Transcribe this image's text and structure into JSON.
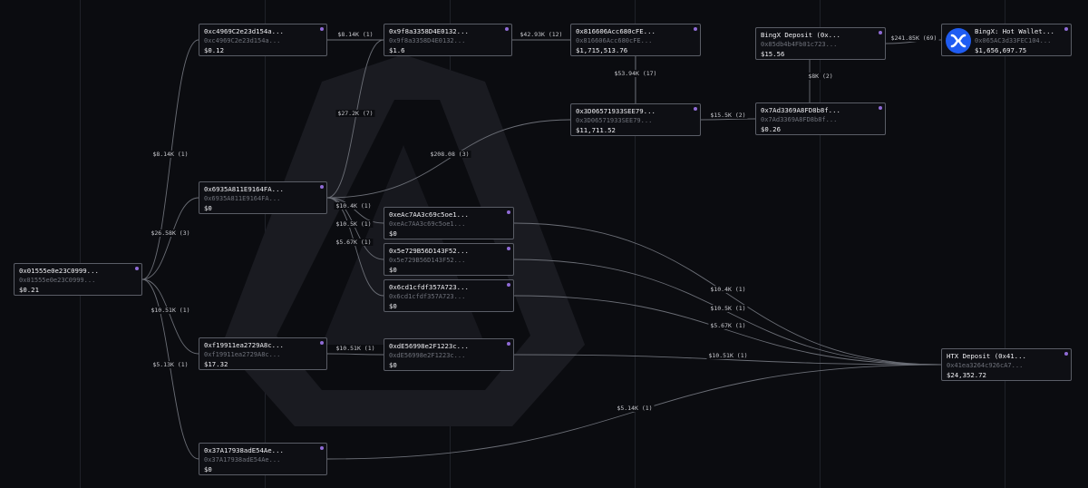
{
  "nodes": [
    {
      "id": "src",
      "name": "0x01555e0e23C0999...",
      "addr": "0x01555e0e23C0999...",
      "balance": "$0.21"
    },
    {
      "id": "c4969",
      "name": "0xc4969C2e23d154a...",
      "addr": "0xc4969C2e23d154a...",
      "balance": "$0.12"
    },
    {
      "id": "f935",
      "name": "0x6935A811E9164FA...",
      "addr": "0x6935A811E9164FA...",
      "balance": "$0"
    },
    {
      "id": "f199",
      "name": "0xf19911ea2729A8c...",
      "addr": "0xf19911ea2729A8c...",
      "balance": "$17.32"
    },
    {
      "id": "a37",
      "name": "0x37A17938adE54Ae...",
      "addr": "0x37A17938adE54Ae...",
      "balance": "$0"
    },
    {
      "id": "n9f8",
      "name": "0x9f8a3358D4E0132...",
      "addr": "0x9f8a3358D4E0132...",
      "balance": "$1.6"
    },
    {
      "id": "eac7",
      "name": "0xeAc7AA3c69c5oe1...",
      "addr": "0xeAc7AA3c69c5oe1...",
      "balance": "$0"
    },
    {
      "id": "e729",
      "name": "0x5e729B56D143F52...",
      "addr": "0x5e729B56D143F52...",
      "balance": "$0"
    },
    {
      "id": "c6d1",
      "name": "0x6cd1cfdf357A723...",
      "addr": "0x6cd1cfdf357A723...",
      "balance": "$0"
    },
    {
      "id": "de56",
      "name": "0xdE56998e2F1223c...",
      "addr": "0xdE56998e2F1223c...",
      "balance": "$0"
    },
    {
      "id": "b16",
      "name": "0x816606Acc680cFE...",
      "addr": "0x816606Acc680cFE...",
      "balance": "$1,715,513.76"
    },
    {
      "id": "d06",
      "name": "0x3D06571933SEE79...",
      "addr": "0x3D06571933SEE79...",
      "balance": "$11,711.52"
    },
    {
      "id": "bingxdep",
      "name": "BingX Deposit (0x...",
      "addr": "0x85db4b4Fb01c723...",
      "balance": "$15.56"
    },
    {
      "id": "ad33",
      "name": "0x7Ad3369A8FD8b8f...",
      "addr": "0x7Ad3369A8FD8b8f...",
      "balance": "$0.26"
    },
    {
      "id": "bingxhot",
      "name": "BingX: Hot Wallet...",
      "addr": "0x065AC3d33FEC104...",
      "balance": "$1,656,697.75"
    },
    {
      "id": "htx",
      "name": "HTX Deposit (0x41...",
      "addr": "0x41ea3264c926cA7...",
      "balance": "$24,352.72"
    }
  ],
  "edges": [
    {
      "from": "src",
      "to": "c4969",
      "label": "$8.14K (1)"
    },
    {
      "from": "src",
      "to": "f935",
      "label": "$26.58K (3)"
    },
    {
      "from": "src",
      "to": "f199",
      "label": "$10.51K (1)"
    },
    {
      "from": "src",
      "to": "a37",
      "label": "$5.13K (1)"
    },
    {
      "from": "c4969",
      "to": "n9f8",
      "label": "$8.14K (1)"
    },
    {
      "from": "f935",
      "to": "n9f8",
      "label": "$27.2K (7)"
    },
    {
      "from": "f935",
      "to": "d06",
      "label": "$208.08 (3)"
    },
    {
      "from": "f935",
      "to": "eac7",
      "label": "$10.4K (1)"
    },
    {
      "from": "f935",
      "to": "e729",
      "label": "$10.5K (1)"
    },
    {
      "from": "f935",
      "to": "c6d1",
      "label": "$5.67K (1)"
    },
    {
      "from": "f199",
      "to": "de56",
      "label": "$10.51K (1)"
    },
    {
      "from": "n9f8",
      "to": "b16",
      "label": "$42.93K (12)"
    },
    {
      "from": "b16",
      "to": "d06",
      "label": "$53.94K (17)"
    },
    {
      "from": "d06",
      "to": "ad33",
      "label": "$15.5K (2)"
    },
    {
      "from": "ad33",
      "to": "bingxdep",
      "label": "$8K (2)"
    },
    {
      "from": "bingxdep",
      "to": "bingxhot",
      "label": "$241.85K (69)"
    },
    {
      "from": "eac7",
      "to": "htx",
      "label": "$10.4K (1)"
    },
    {
      "from": "e729",
      "to": "htx",
      "label": "$10.5K (1)"
    },
    {
      "from": "c6d1",
      "to": "htx",
      "label": "$5.67K (1)"
    },
    {
      "from": "de56",
      "to": "htx",
      "label": "$10.51K (1)"
    },
    {
      "from": "a37",
      "to": "htx",
      "label": "$5.14K (1)"
    }
  ],
  "colors": {
    "background": "#0b0c10",
    "node_border": "#5a5d66",
    "edge": "#6b6e76",
    "accent_dot": "#8f6bd6",
    "bingx_logo": "#1f5cf2"
  },
  "icons": {
    "bingx_logo": "bingx-logo-icon",
    "node_marker": "node-menu-dot-icon",
    "background": "arkham-watermark-icon"
  }
}
